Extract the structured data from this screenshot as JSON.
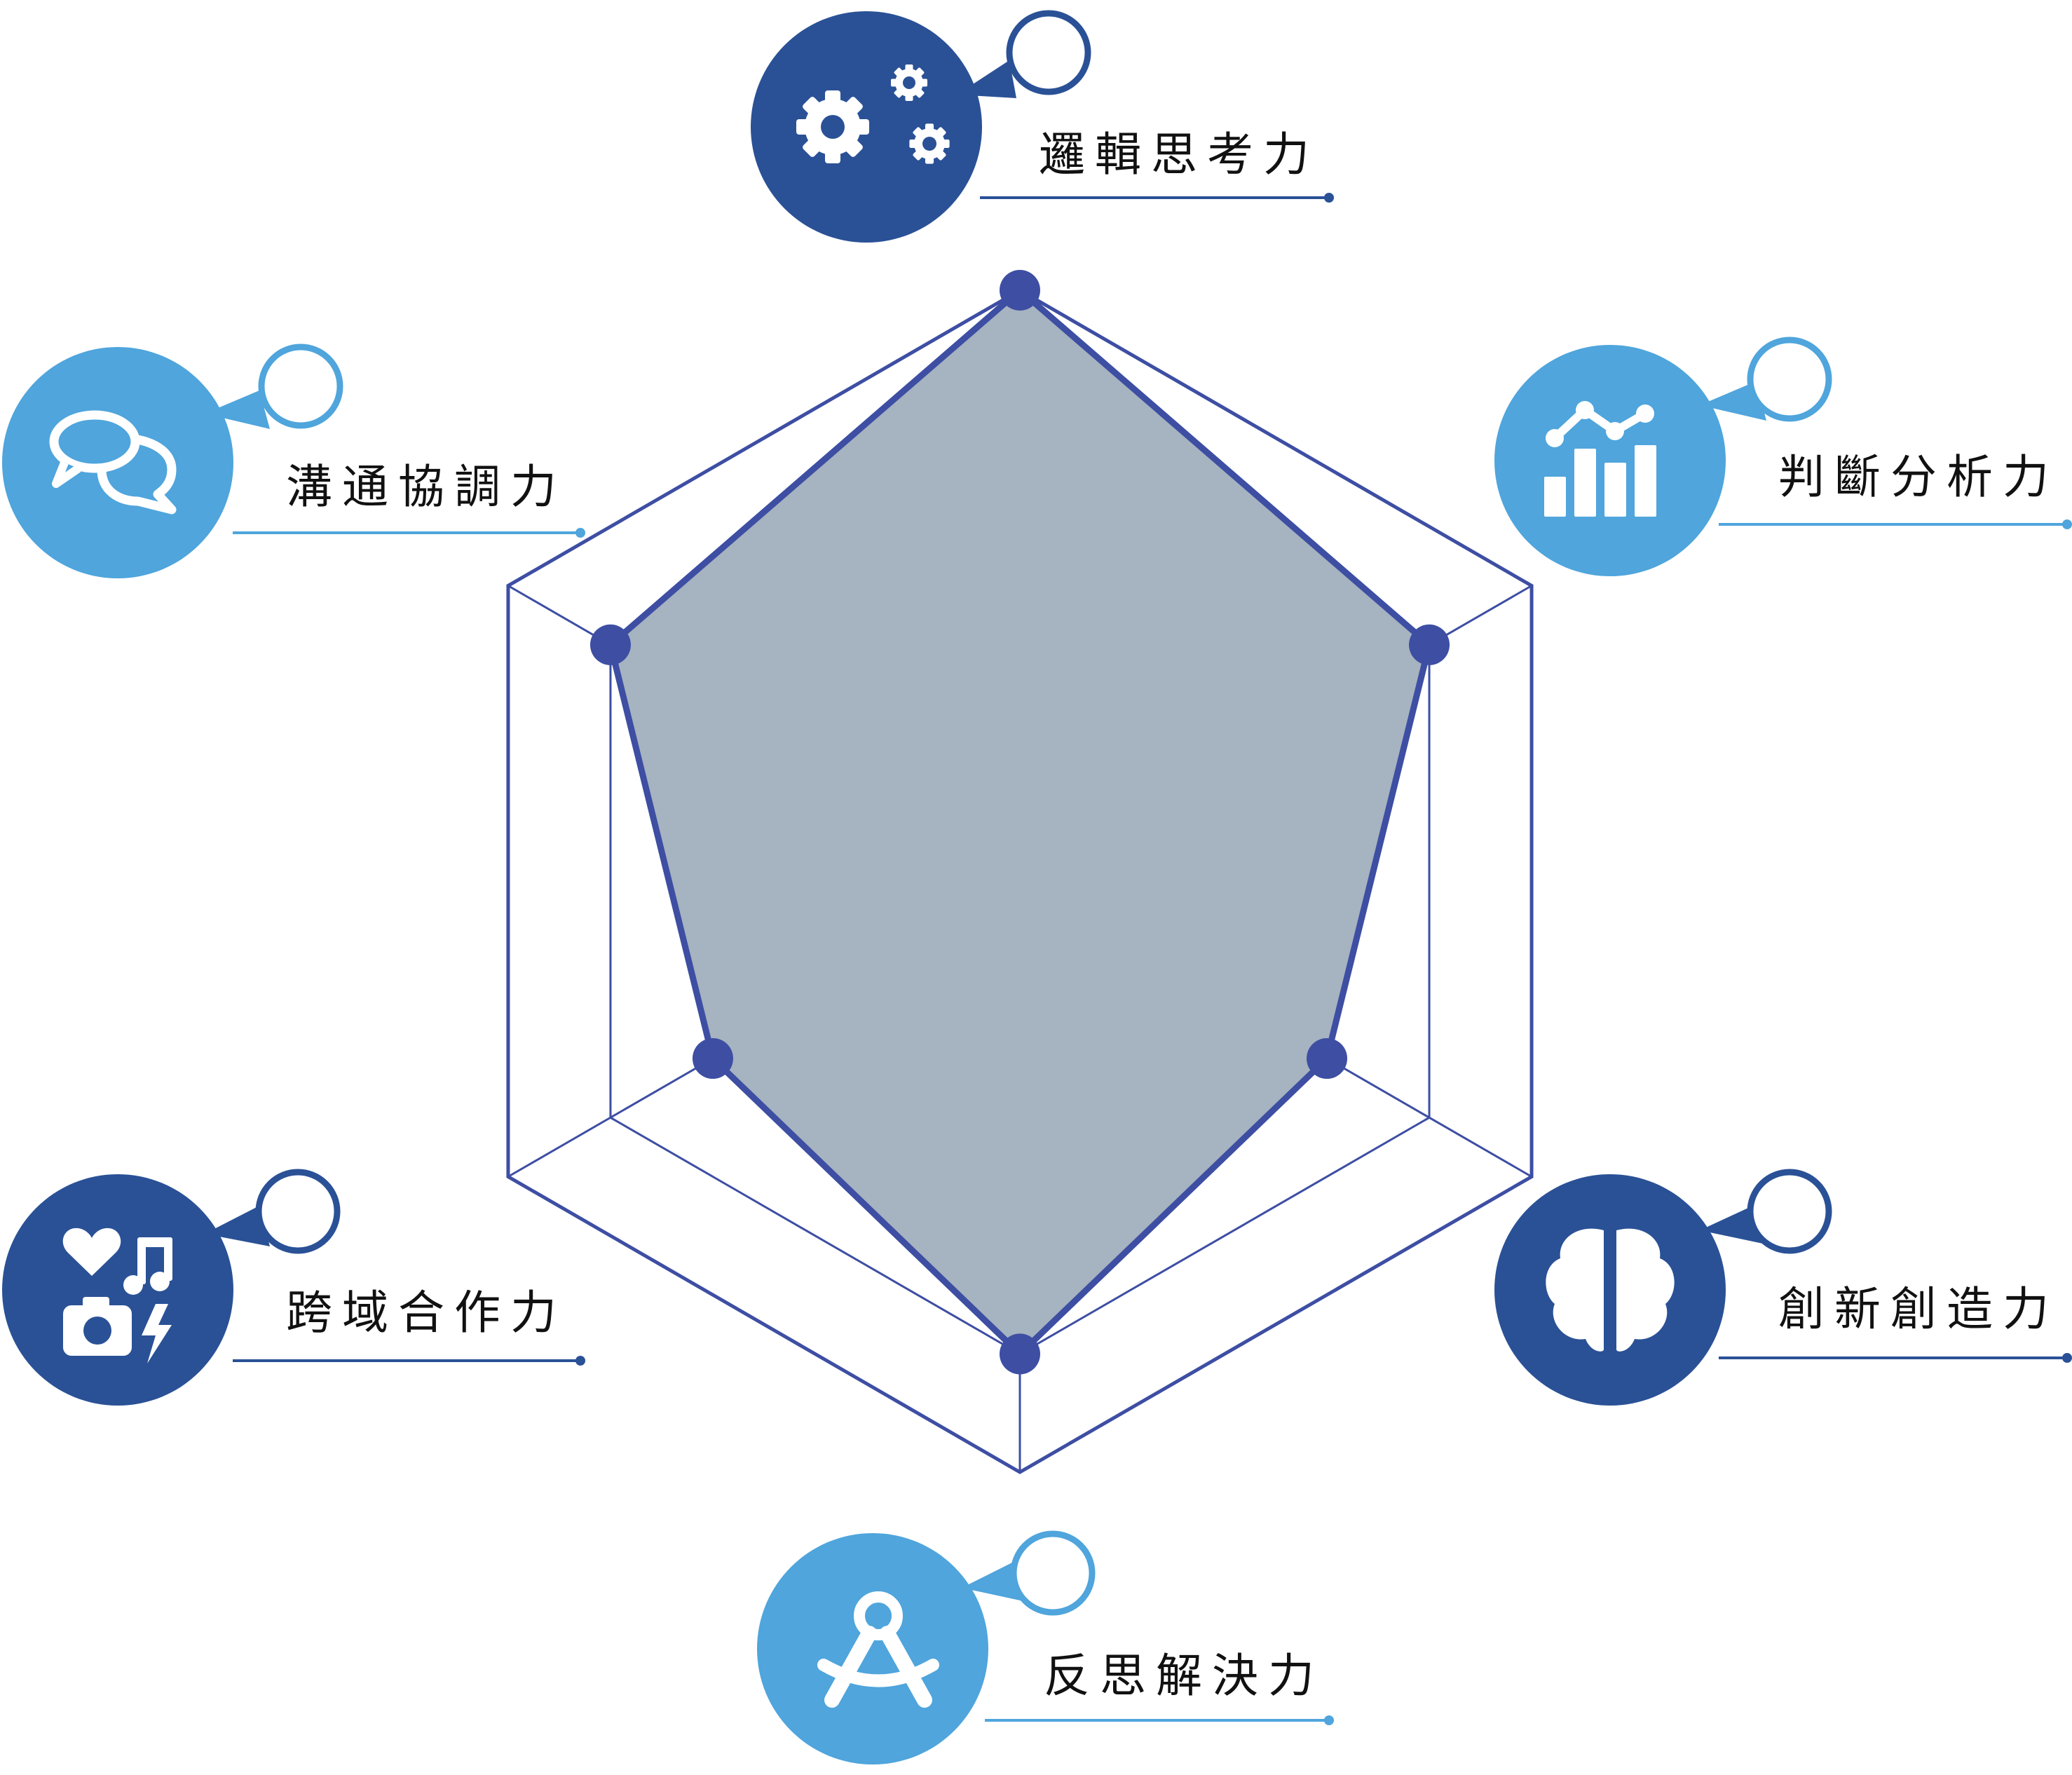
{
  "chart_data": {
    "type": "radar",
    "categories": [
      "邏輯思考力",
      "判斷分析力",
      "創新創造力",
      "反思解決力",
      "跨域合作力",
      "溝通協調力"
    ],
    "series": [
      {
        "values": [
          1.0,
          0.8,
          0.6,
          0.8,
          0.6,
          0.8
        ]
      }
    ],
    "rlim": [
      0,
      1
    ],
    "rings": 5,
    "grid": true
  },
  "colors": {
    "dark_blue": "#2a5196",
    "light_blue": "#4fa5dc",
    "grid_line": "#3d4ea3",
    "polygon_fill": "#a6b3c0",
    "polygon_stroke": "#3d4ea3"
  },
  "callouts": [
    {
      "label": "邏輯思考力",
      "icon": "gears-icon",
      "color": "dark_blue"
    },
    {
      "label": "判斷分析力",
      "icon": "bar-line-chart-icon",
      "color": "light_blue"
    },
    {
      "label": "創新創造力",
      "icon": "brain-icon",
      "color": "dark_blue"
    },
    {
      "label": "反思解決力",
      "icon": "compass-icon",
      "color": "light_blue"
    },
    {
      "label": "跨域合作力",
      "icon": "hobbies-icon",
      "color": "dark_blue"
    },
    {
      "label": "溝通協調力",
      "icon": "chat-bubbles-icon",
      "color": "light_blue"
    }
  ]
}
